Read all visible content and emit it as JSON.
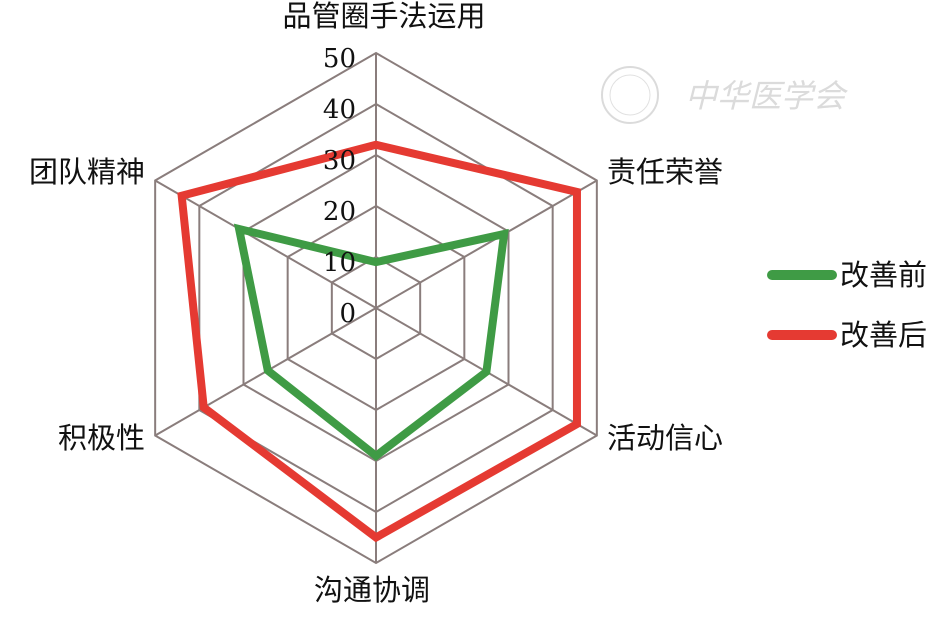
{
  "chart_data": {
    "type": "radar",
    "title": "",
    "categories": [
      "品管圈手法运用",
      "责任荣誉",
      "活动信心",
      "沟通协调",
      "积极性",
      "团队精神"
    ],
    "axis": {
      "min": 0,
      "max": 50,
      "step": 10,
      "tick_labels": [
        "0",
        "10",
        "20",
        "30",
        "40",
        "50"
      ]
    },
    "grid": true,
    "legend_position": "right",
    "series": [
      {
        "name": "改善前",
        "color": "#3f9b45",
        "values": [
          9,
          29,
          25,
          29,
          24.5,
          31
        ]
      },
      {
        "name": "改善后",
        "color": "#e53a32",
        "values": [
          32,
          45.5,
          45.5,
          45,
          39,
          44
        ]
      }
    ],
    "grid_color": "#8a7d7c",
    "watermark": "中华医学会"
  }
}
